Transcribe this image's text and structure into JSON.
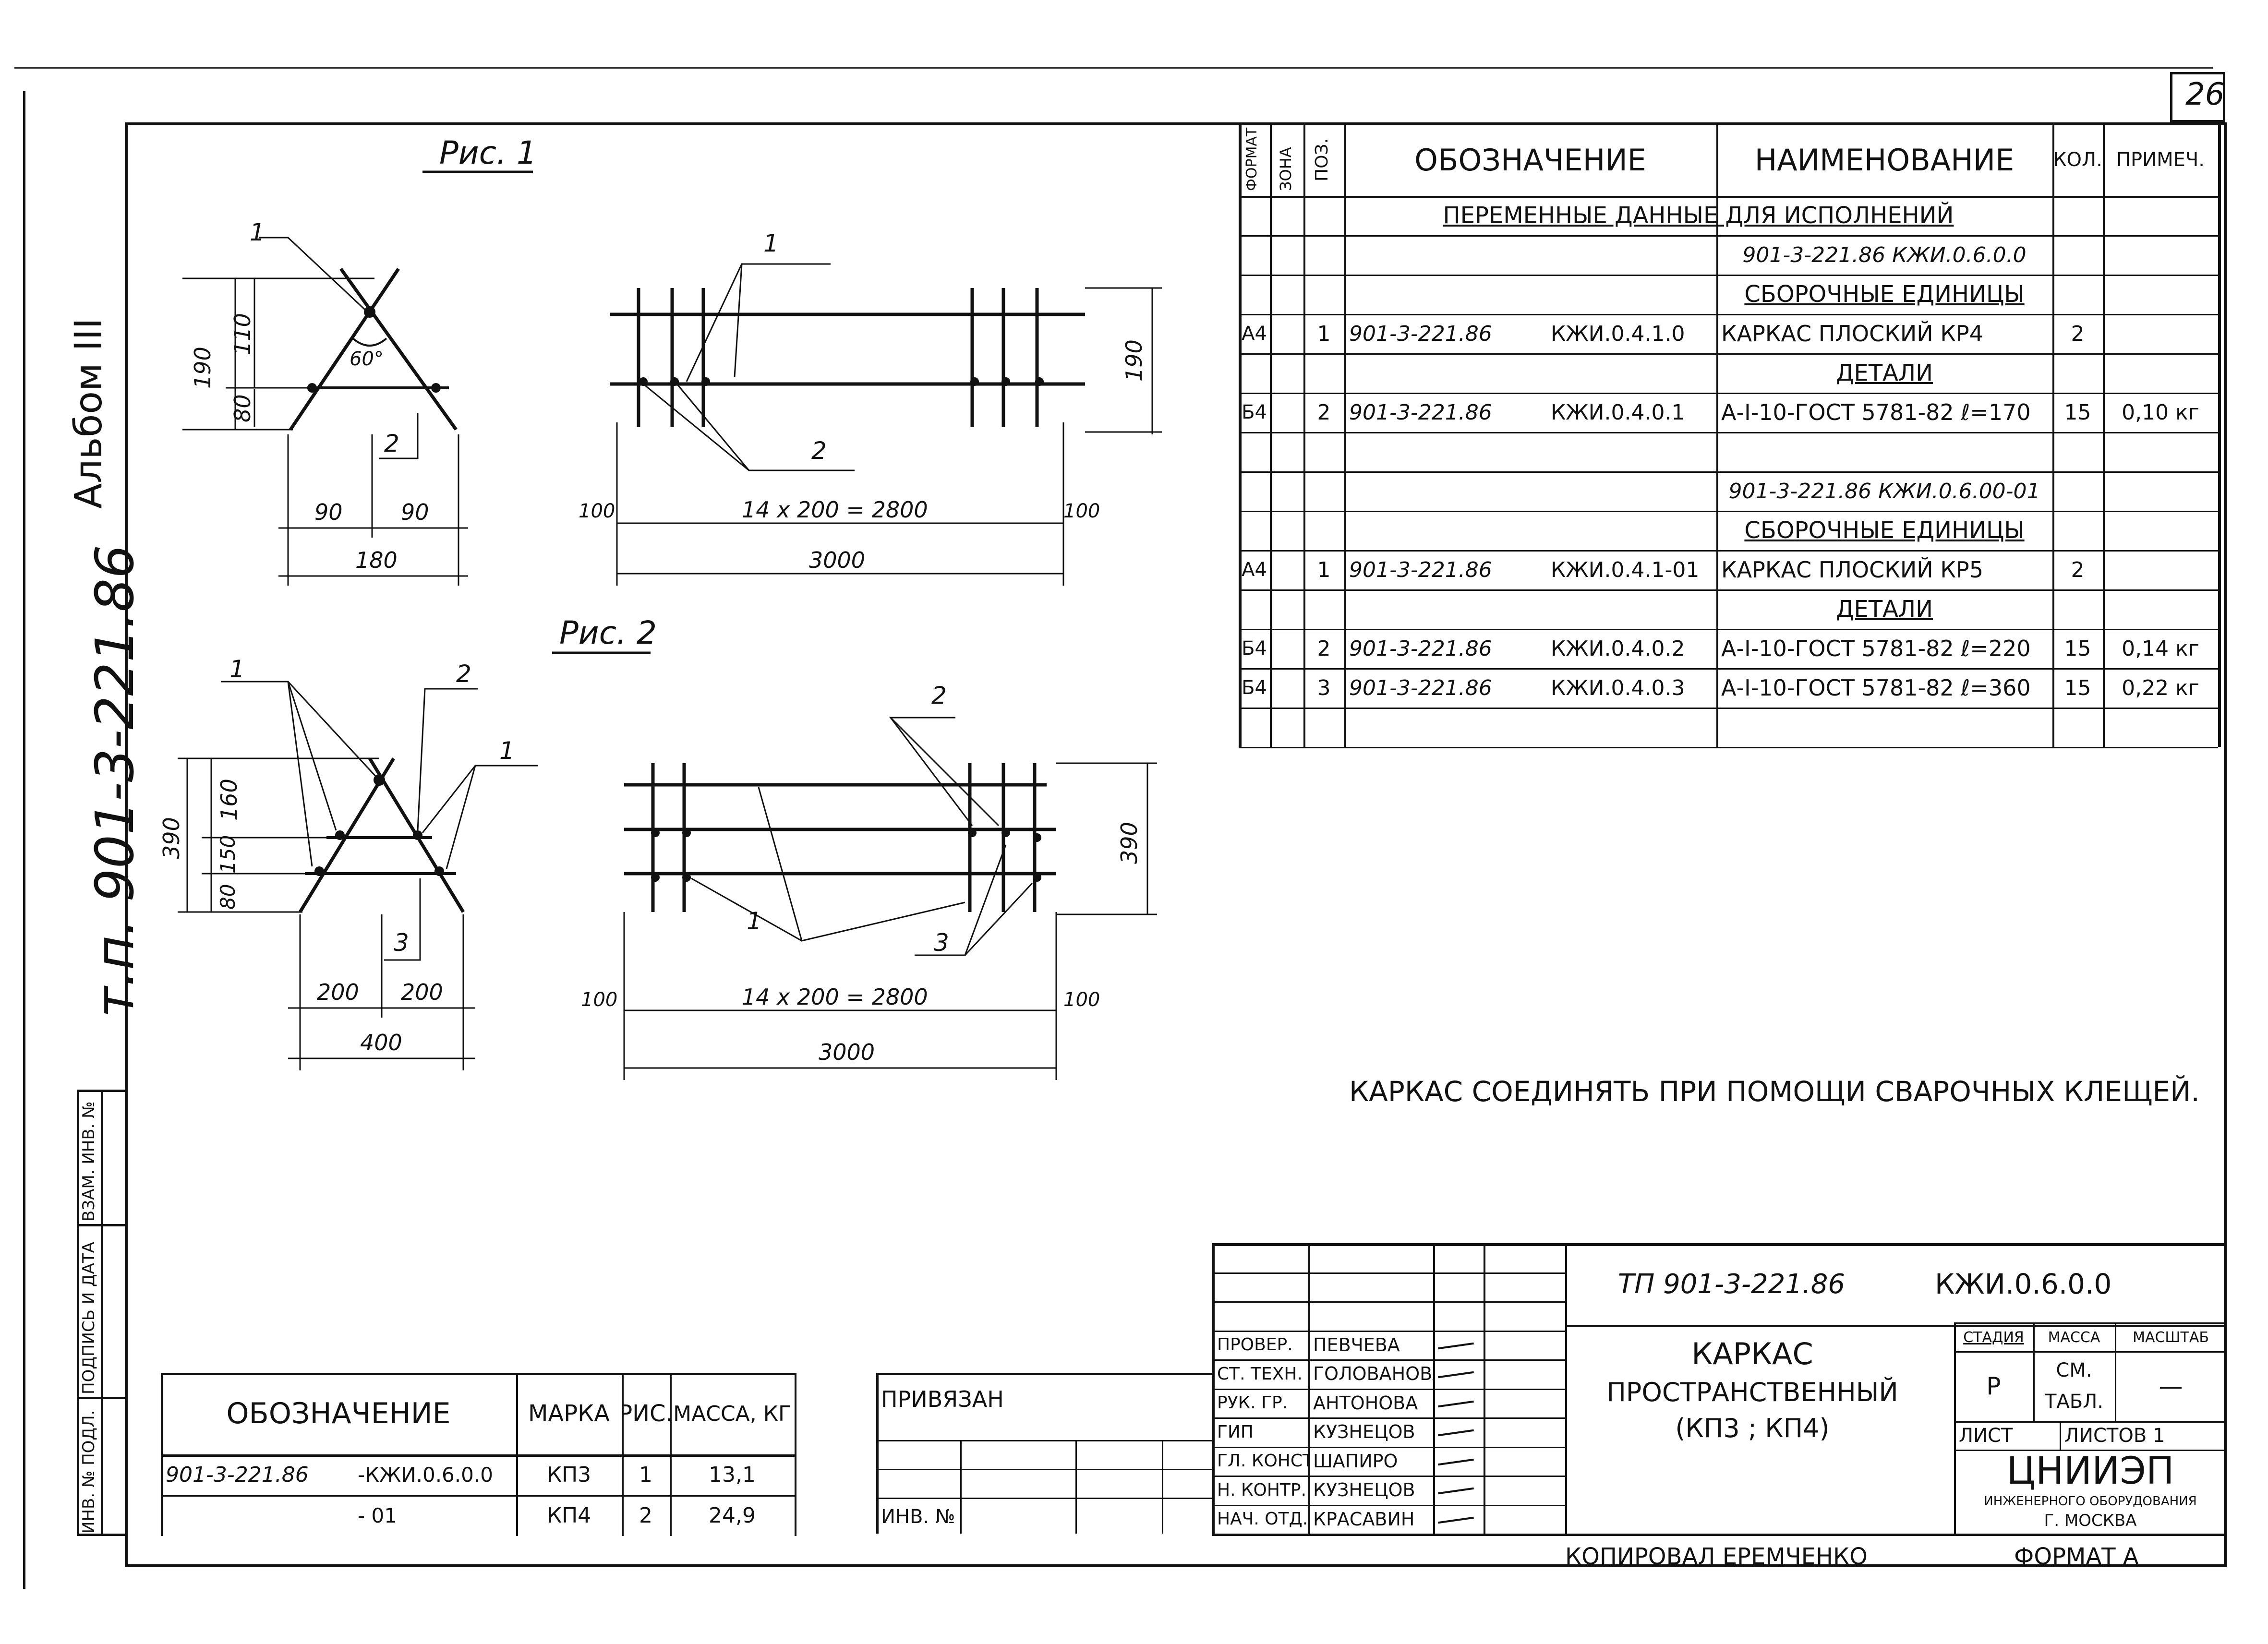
{
  "sheet": {
    "number": "26",
    "album": "Альбом III",
    "project_code": "т.п. 901-3-221.86"
  },
  "figures": {
    "fig1": {
      "title": "Рис. 1",
      "section_labels": {
        "leader1": "1",
        "leader2": "2",
        "dim_190": "190",
        "dim_110": "110",
        "dim_80": "80",
        "angle": "60°",
        "dim_90a": "90",
        "dim_90b": "90",
        "dim_180": "180"
      },
      "elevation_labels": {
        "leader1": "1",
        "leader2": "2",
        "dim_190": "190",
        "dim_100a": "100",
        "dim_spacing": "14 x 200 = 2800",
        "dim_100b": "100",
        "dim_3000": "3000"
      }
    },
    "fig2": {
      "title": "Рис. 2",
      "section_labels": {
        "leader1": "1",
        "leader2": "2",
        "leader3": "3",
        "leader1b": "1",
        "dim_390": "390",
        "dim_160": "160",
        "dim_150": "150",
        "dim_80": "80",
        "dim_200a": "200",
        "dim_200b": "200",
        "dim_400": "400"
      },
      "elevation_labels": {
        "leader1": "1",
        "leader2": "2",
        "leader3": "3",
        "dim_390": "390",
        "dim_100a": "100",
        "dim_spacing": "14 x 200 = 2800",
        "dim_100b": "100",
        "dim_3000": "3000"
      }
    }
  },
  "spec_table": {
    "headers": {
      "format": "Формат",
      "zone": "Зона",
      "pos": "Поз.",
      "designation": "Обозначение",
      "name": "Наименование",
      "qty": "Кол.",
      "note": "Примеч."
    },
    "rows": [
      {
        "section": "Переменные данные для исполнений"
      },
      {
        "variant": "901-3-221.86   КЖИ.0.6.0.0"
      },
      {
        "section": "Сборочные единицы"
      },
      {
        "format": "А4",
        "pos": "1",
        "designation": "901-3-221.86",
        "code": "КЖИ.0.4.1.0",
        "name": "Каркас плоский КР4",
        "qty": "2",
        "note": ""
      },
      {
        "section": "Детали"
      },
      {
        "format": "Б4",
        "pos": "2",
        "designation": "901-3-221.86",
        "code": "КЖИ.0.4.0.1",
        "name": "А-I-10-ГОСТ 5781-82 ℓ=170",
        "qty": "15",
        "note": "0,10 кг"
      },
      {
        "blank": ""
      },
      {
        "variant": "901-3-221.86   КЖИ.0.6.00-01"
      },
      {
        "section": "Сборочные единицы"
      },
      {
        "format": "А4",
        "pos": "1",
        "designation": "901-3-221.86",
        "code": "КЖИ.0.4.1-01",
        "name": "Каркас плоский Кр5",
        "qty": "2",
        "note": ""
      },
      {
        "section": "Детали"
      },
      {
        "format": "Б4",
        "pos": "2",
        "designation": "901-3-221.86",
        "code": "КЖИ.0.4.0.2",
        "name": "А-I-10-ГОСТ 5781-82 ℓ=220",
        "qty": "15",
        "note": "0,14 кг"
      },
      {
        "format": "Б4",
        "pos": "3",
        "designation": "901-3-221.86",
        "code": "КЖИ.0.4.0.3",
        "name": "А-I-10-ГОСТ 5781-82 ℓ=360",
        "qty": "15",
        "note": "0,22 кг"
      },
      {
        "blank": ""
      }
    ]
  },
  "note_text": "Каркас соединять при помощи сварочных клещей.",
  "mass_table": {
    "headers": {
      "designation": "Обозначение",
      "mark": "Марка",
      "fig": "Рис.",
      "mass": "Масса, кг"
    },
    "rows": [
      {
        "designation": "901-3-221.86",
        "code": "-КЖИ.0.6.0.0",
        "mark": "КП3",
        "fig": "1",
        "mass": "13,1"
      },
      {
        "designation": "",
        "code": "- 01",
        "mark": "КП4",
        "fig": "2",
        "mass": "24,9"
      }
    ]
  },
  "binding_block": {
    "title": "Привязан",
    "inv_label": "Инв. №"
  },
  "left_strip": {
    "inv_orig": "Инв. № подл.",
    "sign_date": "Подпись и дата",
    "inv_repl": "Взам. инв. №"
  },
  "title_block": {
    "doc_number": "ТП 901-3-221.86",
    "doc_code": "КЖИ.0.6.0.0",
    "title_line1": "Каркас",
    "title_line2": "пространственный",
    "title_line3": "(КП3 ; КП4)",
    "stage_label": "Стадия",
    "mass_label": "Масса",
    "scale_label": "Масштаб",
    "stage_value": "Р",
    "mass_value_1": "см.",
    "mass_value_2": "табл.",
    "scale_value": "—",
    "sheet_label": "Лист",
    "sheets_label": "Листов 1",
    "org_name": "ЦНИИЭП",
    "org_sub": "инженерного оборудования",
    "org_city": "г. Москва",
    "people": [
      {
        "role": "Провер.",
        "name": "Певчева"
      },
      {
        "role": "Ст. техн.",
        "name": "Голованова"
      },
      {
        "role": "Рук. гр.",
        "name": "Антонова"
      },
      {
        "role": "ГИП",
        "name": "Кузнецов"
      },
      {
        "role": "Гл. конст.",
        "name": "Шапиро"
      },
      {
        "role": "Н. контр.",
        "name": "Кузнецов"
      },
      {
        "role": "Нач. отд.",
        "name": "Красавин"
      }
    ]
  },
  "footer": {
    "copied_by": "Копировал Еремченко",
    "format": "Формат А"
  }
}
